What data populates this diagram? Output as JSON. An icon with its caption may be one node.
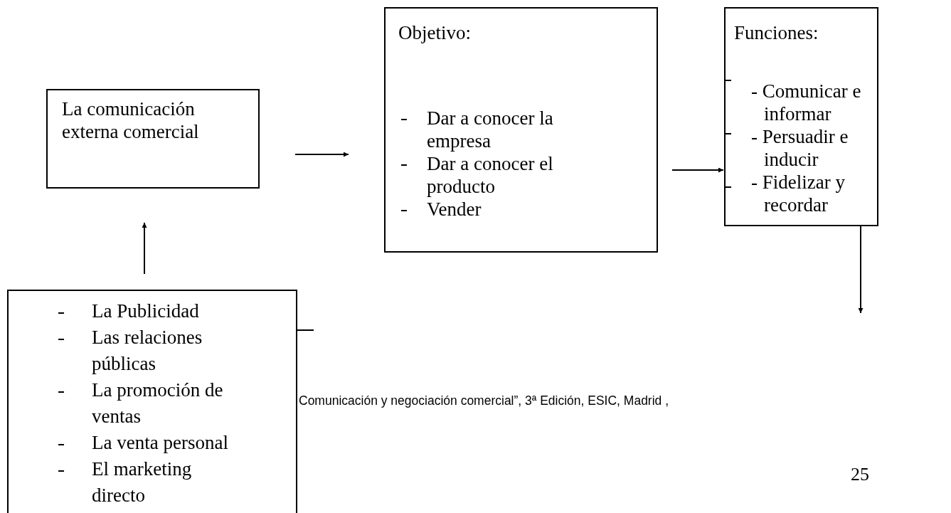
{
  "diagram": {
    "nodes": [
      {
        "text": [
          "La comunicación externa comercial"
        ]
      },
      {
        "text": [
          "Objetivo:",
          "Dar a conocer la empresa",
          "Dar a conocer el producto",
          "Vender"
        ]
      },
      {
        "text": [
          "Funciones:",
          "- Comunicar e informar",
          "- Persuadir e inducir",
          "- Fidelizar y recordar"
        ]
      },
      {
        "text": [
          "La Publicidad",
          "Las relaciones públicas",
          "La promoción de ventas",
          "La venta personal",
          "El marketing directo"
        ]
      }
    ],
    "edges": [
      {
        "from": 0,
        "to": 1,
        "arrow": "to"
      },
      {
        "from": 1,
        "to": 2,
        "arrow": "to"
      },
      {
        "from": 3,
        "to": 0,
        "arrow": "to"
      },
      {
        "from": 2,
        "to": null,
        "arrow": "to"
      }
    ],
    "labels": [
      "Comunicación y negociación comercial”, 3ª Edición, ESIC,  Madrid ,",
      "25"
    ]
  }
}
